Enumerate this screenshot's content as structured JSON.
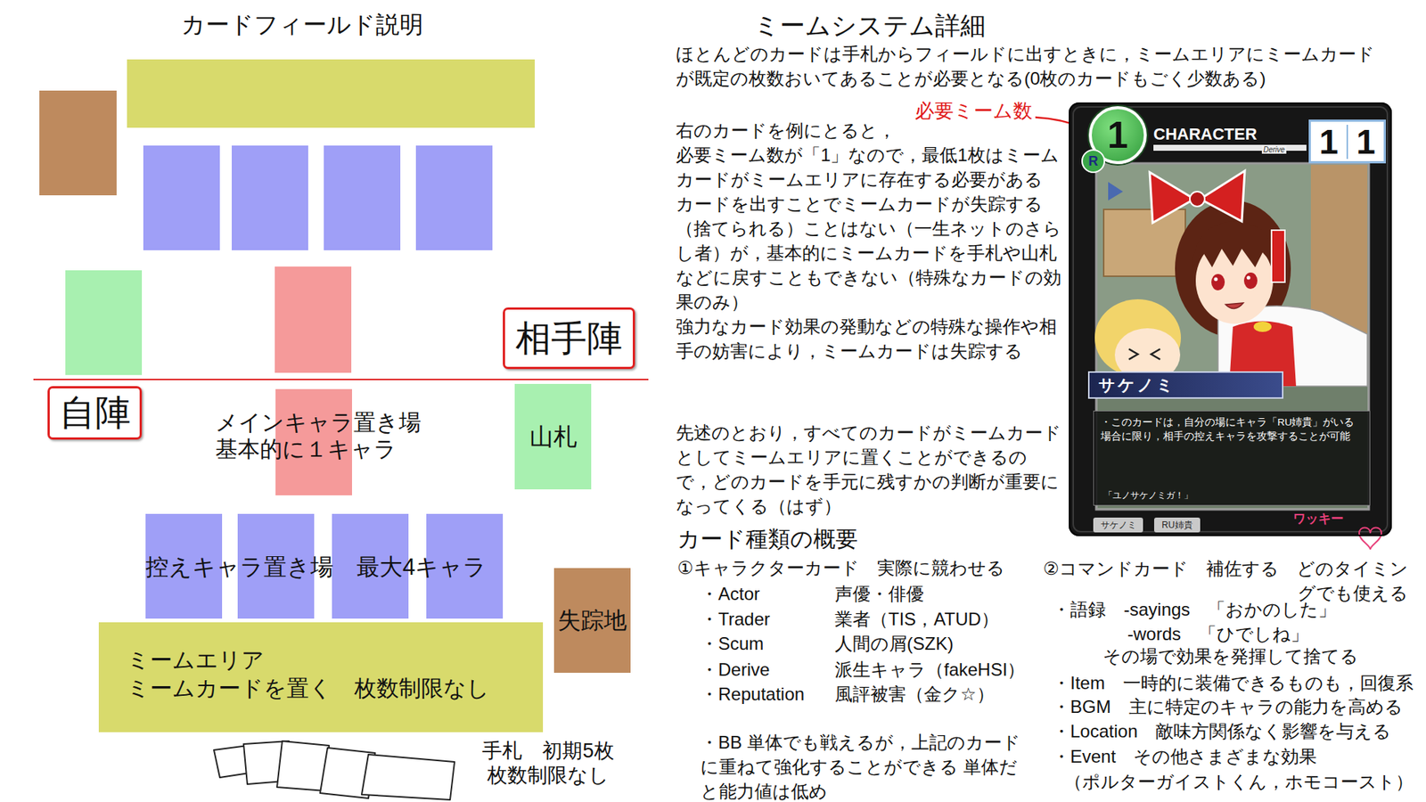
{
  "diagram": {
    "title": "カードフィールド説明",
    "nodes": [
      {
        "text": [
          "相手陣"
        ]
      },
      {
        "text": [
          "自陣"
        ]
      },
      {
        "text": [
          "山札"
        ]
      },
      {
        "text": [
          "失踪地"
        ]
      },
      {
        "text": [
          "ミームエリア",
          "ミームカードを置く　枚数制限なし"
        ]
      },
      {
        "text": [
          "CHARACTER",
          "Derive",
          "ワッキー"
        ]
      },
      {
        "text": [
          "1"
        ],
        "in": 5
      },
      {
        "text": [
          "R"
        ],
        "in": 5
      },
      {
        "text": [
          "1",
          "1"
        ],
        "in": 5
      },
      {
        "text": [
          "サケノミ"
        ],
        "in": 5
      },
      {
        "text": [
          "・このカードは，自分の場にキャラ「RU姉貴」がいる場合に限り，相手の控えキャラを攻撃することが可能",
          "「ユノサケノミガ！」"
        ],
        "in": 5
      },
      {
        "text": [
          "サケノミ"
        ],
        "in": 5
      },
      {
        "text": [
          "RU姉貴"
        ],
        "in": 5
      }
    ],
    "labels": [
      "ミームシステム詳細",
      "メインキャラ置き場 基本的に１キャラ",
      "控えキャラ置き場　最大4キャラ",
      "手札　初期5枚 枚数制限なし",
      "ほとんどのカードは手札からフィールドに出すときに，ミームエリアにミームカードが既定の枚数おいてあることが必要となる(0枚のカードもごく少数ある)",
      "右のカードを例にとると，",
      "必要ミーム数が「1」なので，最低1枚はミームカードがミームエリアに存在する必要がある",
      "カードを出すことでミームカードが失踪する（捨てられる）ことはない（一生ネットのさらし者）が，基本的にミームカードを手札や山札などに戻すこともできない（特殊なカードの効果のみ）",
      "強力なカード効果の発動などの特殊な操作や相手の妨害により，ミームカードは失踪する",
      "先述のとおり，すべてのカードがミームカードとしてミームエリアに置くことができるので，どのカードを手元に残すかの判断が重要になってくる（はず）",
      "必要ミーム数",
      "カード種類の概要",
      "①キャラクターカード　実際に競わせる",
      "・Actor",
      "声優・俳優",
      "・Trader",
      "業者（TIS，ATUD）",
      "・Scum",
      "人間の屑(SZK)",
      "・Derive",
      "派生キャラ（fakeHSI）",
      "・Reputation",
      "風評被害（金ク☆）",
      "・BB 単体でも戦えるが，上記のカードに重ねて強化することができる 単体だと能力値は低め",
      "②コマンドカード　補佐する　どのタイミングでも使える",
      "・語録　-sayings　「おかのした」",
      "-words　「ひでしね」",
      "その場で効果を発揮して捨てる",
      "・Item　一時的に装備できるものも，回復系",
      "・BGM　主に特定のキャラの能力を高める",
      "・Location　敵味方関係なく影響を与える",
      "・Event　その他さまざまな効果",
      "（ポルターガイストくん，ホモコースト）"
    ]
  }
}
